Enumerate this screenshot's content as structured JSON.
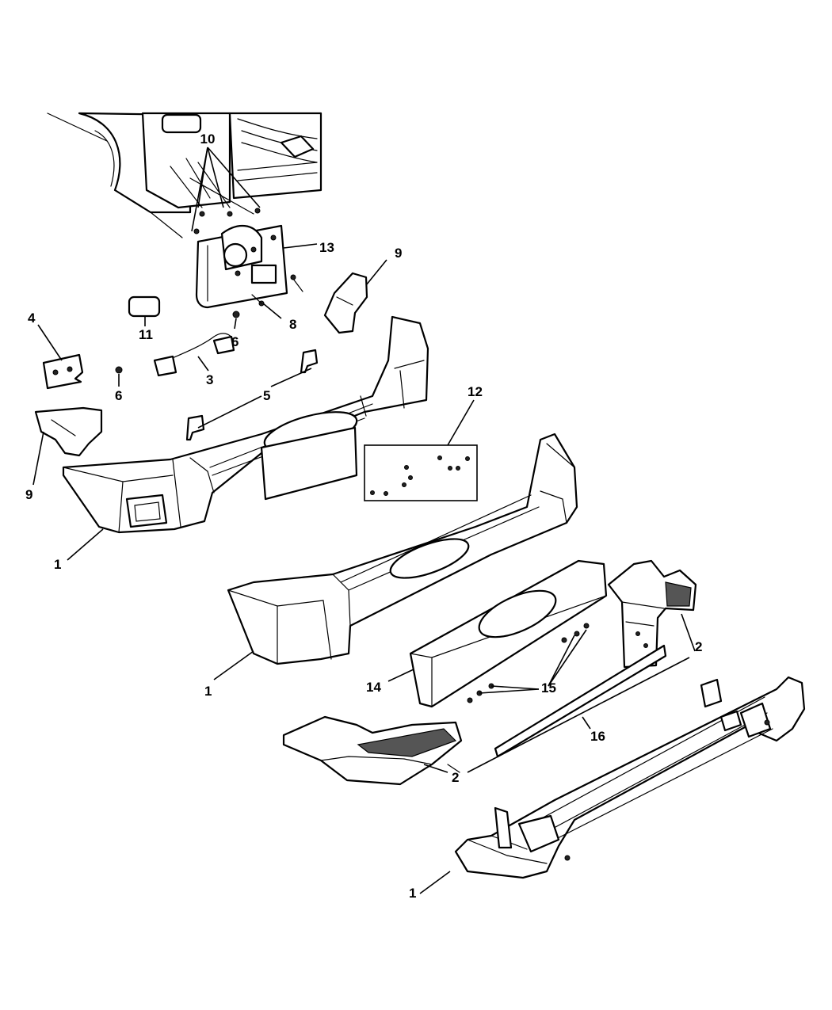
{
  "diagram": {
    "callouts": [
      {
        "id": "c10",
        "text": "10"
      },
      {
        "id": "c13",
        "text": "13"
      },
      {
        "id": "c9a",
        "text": "9"
      },
      {
        "id": "c4",
        "text": "4"
      },
      {
        "id": "c11",
        "text": "11"
      },
      {
        "id": "c8",
        "text": "8"
      },
      {
        "id": "c6a",
        "text": "6"
      },
      {
        "id": "c6b",
        "text": "6"
      },
      {
        "id": "c3",
        "text": "3"
      },
      {
        "id": "c5",
        "text": "5"
      },
      {
        "id": "c12",
        "text": "12"
      },
      {
        "id": "c9b",
        "text": "9"
      },
      {
        "id": "c1a",
        "text": "1"
      },
      {
        "id": "c1b",
        "text": "1"
      },
      {
        "id": "c2a",
        "text": "2"
      },
      {
        "id": "c14",
        "text": "14"
      },
      {
        "id": "c15",
        "text": "15"
      },
      {
        "id": "c16",
        "text": "16"
      },
      {
        "id": "c2b",
        "text": "2"
      },
      {
        "id": "c1c",
        "text": "1"
      }
    ]
  }
}
